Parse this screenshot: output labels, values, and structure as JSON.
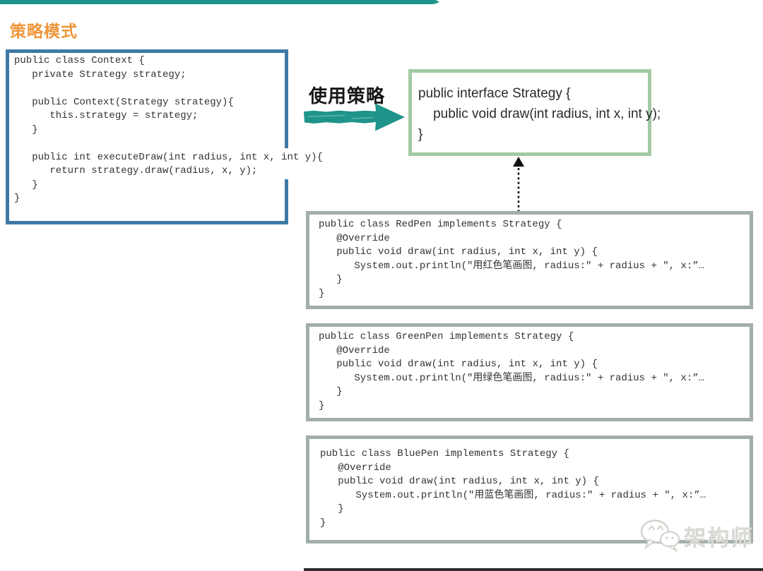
{
  "title": {
    "text": "策略模式",
    "color": "#EE9639"
  },
  "decor": {
    "top_strip_color": "#1F948A",
    "bottom_bar_color": "#2E2E2E"
  },
  "flow": {
    "arrow_label": "使用策略",
    "arrow_color": "#1F948A",
    "dotted_arrow": "up-arrow-from-RedPen-to-Strategy"
  },
  "context_box": {
    "border_color": "#3F7AA6",
    "code": [
      "public class Context {",
      "   private Strategy strategy;",
      "",
      "   public Context(Strategy strategy){",
      "      this.strategy = strategy;",
      "   }",
      "",
      "   public int executeDraw(int radius, int x, int y){",
      "      return strategy.draw(radius, x, y);",
      "   }",
      "}"
    ]
  },
  "strategy_box": {
    "border_color": "#A3CAA3",
    "code": [
      "public interface Strategy {",
      "    public void draw(int radius, int x, int y);",
      "}"
    ]
  },
  "pen_boxes": [
    {
      "name": "RedPen",
      "border_color": "#A2ADAD",
      "code": [
        "public class RedPen implements Strategy {",
        "   @Override",
        "   public void draw(int radius, int x, int y) {",
        "      System.out.println(\"用红色笔画图, radius:\" + radius + \", x:”…",
        "   }",
        "}"
      ]
    },
    {
      "name": "GreenPen",
      "border_color": "#A2ADAD",
      "code": [
        "public class GreenPen implements Strategy {",
        "   @Override",
        "   public void draw(int radius, int x, int y) {",
        "      System.out.println(\"用绿色笔画图, radius:\" + radius + \", x:”…",
        "   }",
        "}"
      ]
    },
    {
      "name": "BluePen",
      "border_color": "#A2ADAD",
      "code": [
        "public class BluePen implements Strategy {",
        "   @Override",
        "   public void draw(int radius, int x, int y) {",
        "      System.out.println(\"用蓝色笔画图, radius:\" + radius + \", x:”…",
        "   }",
        "}"
      ]
    }
  ],
  "watermark": {
    "text": "架构师",
    "icon": "chat-bubbles",
    "color": "#DADAD5"
  }
}
